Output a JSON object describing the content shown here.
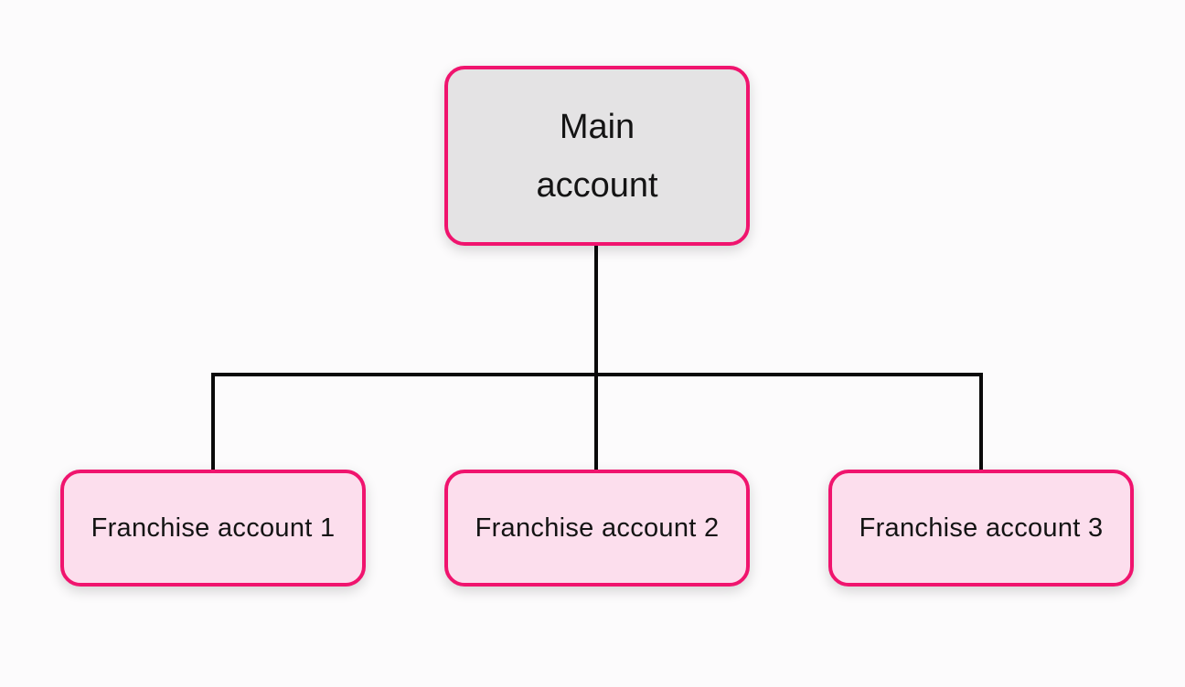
{
  "colors": {
    "background": "#FCFBFC",
    "node_border": "#F0146E",
    "root_fill": "#E4E3E4",
    "child_fill": "#FCDEED",
    "connector": "#0A0A0A",
    "text": "#141414"
  },
  "diagram": {
    "type": "org-tree",
    "root": {
      "label": "Main account"
    },
    "children": [
      {
        "label": "Franchise account 1"
      },
      {
        "label": "Franchise account 2"
      },
      {
        "label": "Franchise account 3"
      }
    ]
  }
}
